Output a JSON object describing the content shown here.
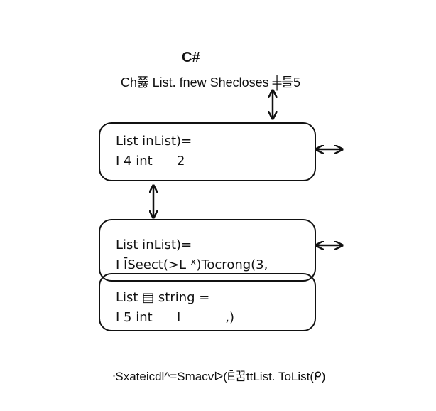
{
  "heading": "C#",
  "subtitle": "Ch쭗 List. fnew Shecloses ╪틀5",
  "boxes": [
    {
      "line1": "List inList)=",
      "line2": "I 4 int      2"
    },
    {
      "line1": "List inList)=",
      "line2": "I ĪSeect(>L ᕁ)Tocrong(3,"
    },
    {
      "line1": "List ▤ string =",
      "line2": "I 5 int      I           ,)"
    }
  ],
  "footer": "ᐧSxateicdl^=Smacvᐅ(Ē꿈ttList. ToList(ᑭ)"
}
